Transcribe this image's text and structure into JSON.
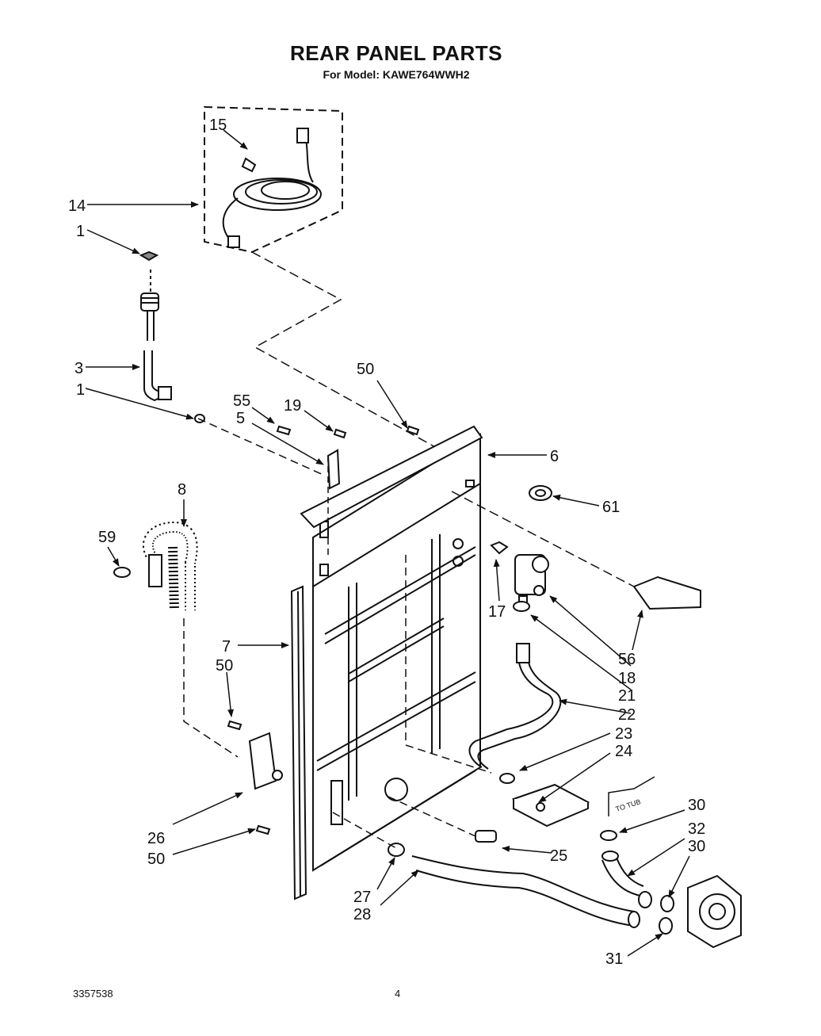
{
  "header": {
    "title": "REAR PANEL PARTS",
    "subtitle": "For Model: KAWE764WWH2"
  },
  "footer": {
    "code": "3357538",
    "page": "4"
  },
  "annotation": {
    "to_tub": "TO TUB"
  },
  "callouts": [
    "15",
    "14",
    "1",
    "3",
    "1",
    "55",
    "5",
    "19",
    "50",
    "6",
    "61",
    "8",
    "59",
    "17",
    "56",
    "18",
    "21",
    "22",
    "23",
    "24",
    "7",
    "50",
    "26",
    "50",
    "25",
    "27",
    "28",
    "30",
    "32",
    "30",
    "31"
  ]
}
